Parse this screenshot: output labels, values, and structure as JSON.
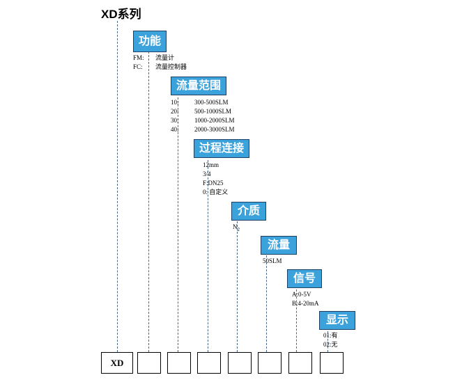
{
  "diagram": {
    "title": "XD系列",
    "accent_color": "#3BA2DC",
    "line_color": "#4a6785",
    "sections": [
      {
        "key": "function",
        "label": "功能",
        "options": [
          {
            "code": "FM:",
            "desc": "流量计"
          },
          {
            "code": "FC:",
            "desc": "流量控制器"
          }
        ]
      },
      {
        "key": "flow_range",
        "label": "流量范围",
        "options": [
          {
            "code": "10:",
            "desc": "300-500SLM"
          },
          {
            "code": "20:",
            "desc": "500-1000SLM"
          },
          {
            "code": "30:",
            "desc": "1000-2000SLM"
          },
          {
            "code": "40:",
            "desc": "2000-3000SLM"
          }
        ]
      },
      {
        "key": "process_connection",
        "label": "过程连接",
        "options": [
          {
            "code": "",
            "desc": "12mm"
          },
          {
            "code": "",
            "desc": "3/4"
          },
          {
            "code": "",
            "desc": "F:DN25"
          },
          {
            "code": "",
            "desc": "0: 自定义"
          }
        ]
      },
      {
        "key": "medium",
        "label": "介质",
        "options": [
          {
            "code": "",
            "desc": "N2"
          }
        ]
      },
      {
        "key": "flow",
        "label": "流量",
        "options": [
          {
            "code": "",
            "desc": "50SLM"
          }
        ]
      },
      {
        "key": "signal",
        "label": "信号",
        "options": [
          {
            "code": "",
            "desc": "A:0-5V"
          },
          {
            "code": "",
            "desc": "B:4-20mA"
          }
        ]
      },
      {
        "key": "display",
        "label": "显示",
        "options": [
          {
            "code": "",
            "desc": "01:有"
          },
          {
            "code": "",
            "desc": "02:无"
          }
        ]
      }
    ],
    "code_boxes": [
      {
        "value": "XD"
      },
      {
        "value": ""
      },
      {
        "value": ""
      },
      {
        "value": ""
      },
      {
        "value": ""
      },
      {
        "value": ""
      },
      {
        "value": ""
      },
      {
        "value": ""
      }
    ]
  }
}
